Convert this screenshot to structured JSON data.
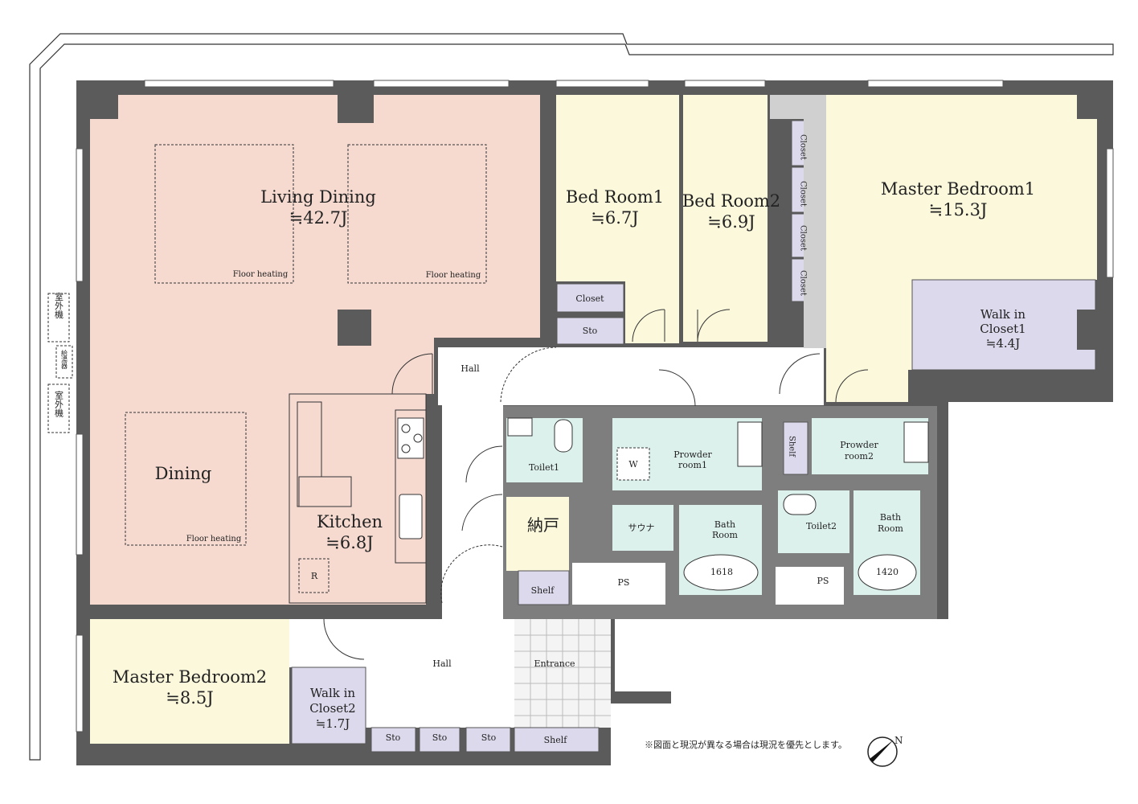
{
  "rooms": {
    "living_dining": {
      "name": "Living Dining",
      "size": "≒42.7J"
    },
    "dining": {
      "name": "Dining"
    },
    "kitchen": {
      "name": "Kitchen",
      "size": "≒6.8J",
      "fridge": "R"
    },
    "bed_room1": {
      "name": "Bed Room1",
      "size": "≒6.7J"
    },
    "bed_room2": {
      "name": "Bed Room2",
      "size": "≒6.9J"
    },
    "master_bedroom1": {
      "name": "Master Bedroom1",
      "size": "≒15.3J"
    },
    "walk_in_closet1": {
      "line1": "Walk in",
      "line2": "Closet1",
      "size": "≒4.4J"
    },
    "master_bedroom2": {
      "name": "Master Bedroom2",
      "size": "≒8.5J"
    },
    "walk_in_closet2": {
      "line1": "Walk in",
      "line2": "Closet2",
      "size": "≒1.7J"
    },
    "hall_upper": "Hall",
    "hall_lower": "Hall",
    "toilet1": "Toilet1",
    "toilet2": "Toilet2",
    "powder_room1": {
      "line1": "Prowder",
      "line2": "room1",
      "washer": "W"
    },
    "powder_room2": {
      "line1": "Prowder",
      "line2": "room2"
    },
    "sauna": "サウナ",
    "bath1": {
      "line1": "Bath",
      "line2": "Room",
      "tub": "1618"
    },
    "bath2": {
      "line1": "Bath",
      "line2": "Room",
      "tub": "1420"
    },
    "nando": "納戸",
    "ps1": "PS",
    "ps2": "PS",
    "entrance": "Entrance"
  },
  "storage": {
    "closet_bed1": "Closet",
    "sto_bed1": "Sto",
    "closets_bed2": [
      "Closet",
      "Closet",
      "Closet",
      "Closet"
    ],
    "shelf_nando": "Shelf",
    "shelf_powder2": "Shelf",
    "shelf_entrance": "Shelf",
    "sto_hall": [
      "Sto",
      "Sto",
      "Sto"
    ]
  },
  "floor_heating": [
    "Floor heating",
    "Floor heating",
    "Floor heating"
  ],
  "exterior": {
    "outdoor_unit_top": "室外機",
    "water_heater": "給湯器",
    "outdoor_unit_bottom": "室外機"
  },
  "note": "※図面と現況が異なる場合は現況を優先とします。",
  "compass": "N"
}
